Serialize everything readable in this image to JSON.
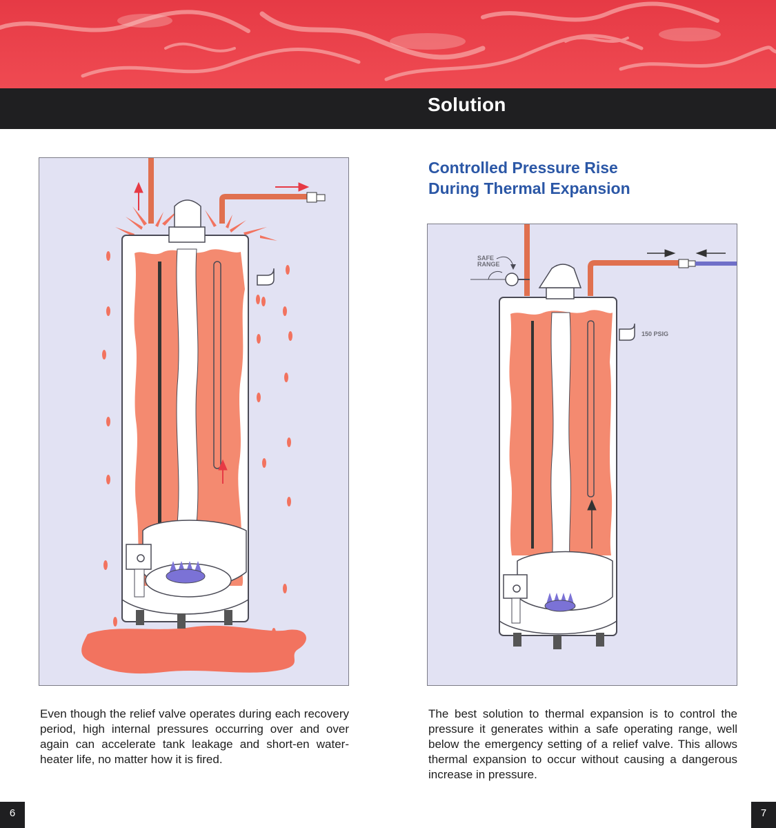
{
  "header": {
    "section_title": "Solution",
    "accent_color": "#e63a45",
    "bar_color": "#1f1f21"
  },
  "left": {
    "illustration": "water-heater-leaking-under-pressure",
    "body": "Even though the relief valve operates during each recovery period, high internal pressures occurring over and over again can accelerate tank leakage and short-en water-heater life, no matter how it is fired.",
    "page_number": "6"
  },
  "right": {
    "heading_line1": "Controlled Pressure Rise",
    "heading_line2": "During Thermal Expansion",
    "gauge_label_line1": "SAFE",
    "gauge_label_line2": "RANGE",
    "valve_label": "150 PSIG",
    "illustration": "water-heater-controlled-expansion",
    "body": "The best solution to thermal expansion is to control the pressure it generates within a safe operating range, well below the emergency setting of a relief valve. This allows thermal expansion to occur without causing a dangerous increase in pressure.",
    "page_number": "7"
  },
  "colors": {
    "heading": "#2b57a6",
    "panel": "#e2e2f3",
    "hot_water": "#f48a70",
    "pipe": "#e0704f",
    "cold_pipe": "#6f6fc8",
    "flame": "#7b72d6",
    "leak": "#f2735f"
  }
}
